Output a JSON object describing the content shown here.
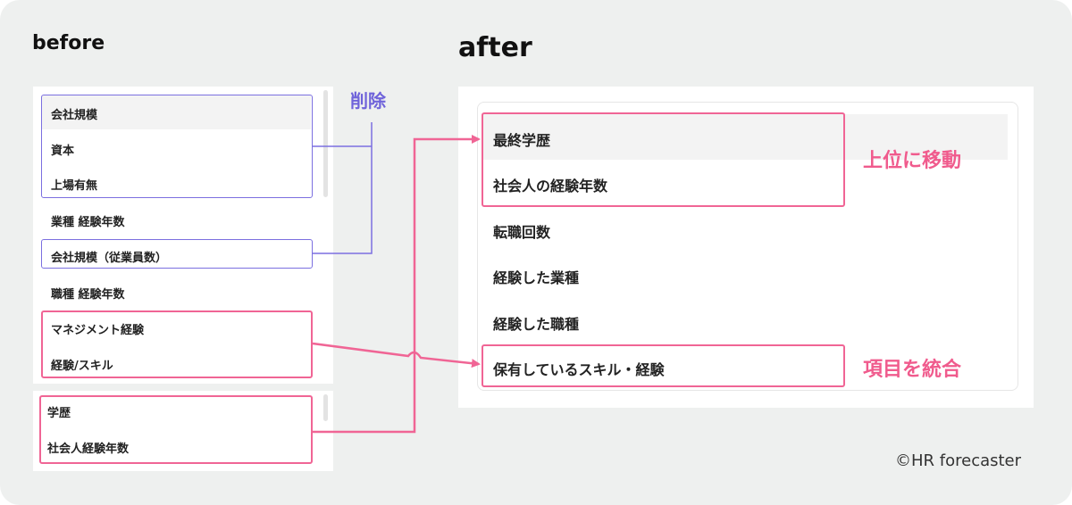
{
  "before": {
    "title": "before",
    "list1": [
      "会社規模",
      "資本",
      "上場有無",
      "業種 経験年数",
      "会社規模（従業員数）",
      "職種 経験年数",
      "マネジメント経験",
      "経験/スキル"
    ],
    "list2": [
      "学歴",
      "社会人経験年数"
    ]
  },
  "after": {
    "title": "after",
    "items": [
      "最終学歴",
      "社会人の経験年数",
      "転職回数",
      "経験した業種",
      "経験した職種",
      "保有しているスキル・経験"
    ]
  },
  "annotations": {
    "delete": "削除",
    "move_up": "上位に移動",
    "merge": "項目を統合"
  },
  "credit": "©HR forecaster",
  "colors": {
    "background": "#eef0ef",
    "delete_accent": "#7b6fe0",
    "change_accent": "#f06595"
  }
}
